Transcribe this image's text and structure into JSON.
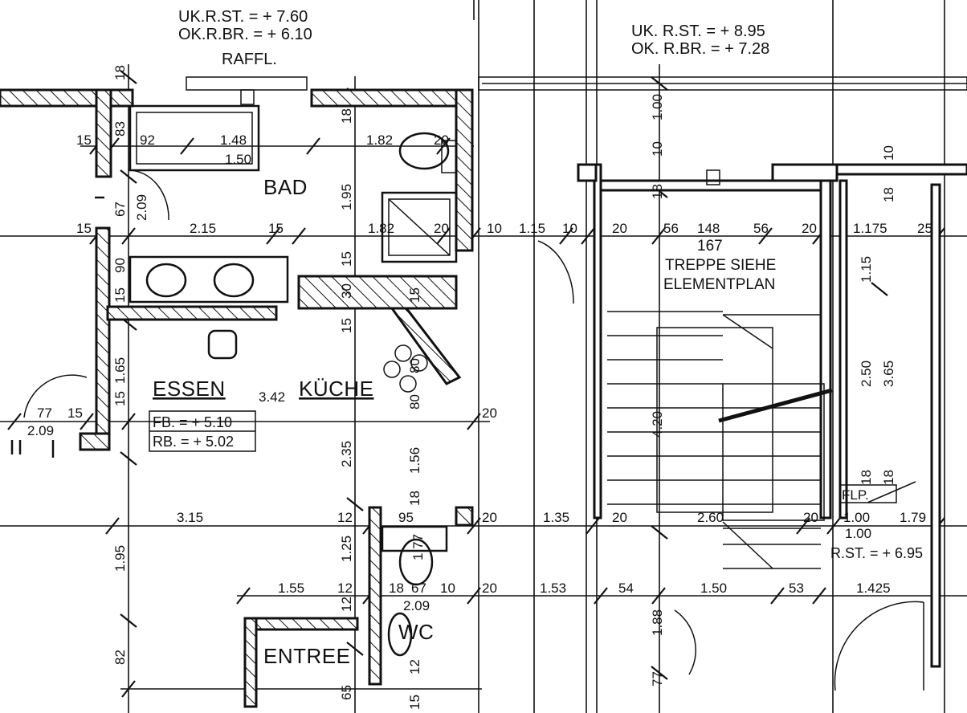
{
  "header": {
    "left_line1": "UK.R.ST. = + 7.60",
    "left_line2": "OK.R.BR. = + 6.10",
    "left_line3": "RAFFL.",
    "right_line1": "UK. R.ST. = + 8.95",
    "right_line2": "OK. R.BR. = + 7.28"
  },
  "rooms": {
    "bad": "BAD",
    "essen": "ESSEN",
    "kueche": "KÜCHE",
    "entree": "ENTREE",
    "wc": "WC"
  },
  "stair_note": {
    "count": "167",
    "line1": "TREPPE SIEHE",
    "line2": "ELEMENTPLAN"
  },
  "levels": {
    "fb": "FB. = + 5.10",
    "rb": "RB. = + 5.02",
    "rst": "R.ST. = + 6.95",
    "flp": "FLP."
  },
  "dims_h": {
    "d15a": "15",
    "d92": "92",
    "d148a": "1.48",
    "d150a": "1.50",
    "d182a": "1.82",
    "d20a": "20",
    "d15b": "15",
    "d215": "2.15",
    "d15c": "15",
    "d182b": "1.82",
    "d20b": "20",
    "d10a": "10",
    "d115": "1.15",
    "d10b": "10",
    "d20c": "20",
    "d56a": "56",
    "d148b": "148",
    "d56b": "56",
    "d20d": "20",
    "d1175": "1.175",
    "d25": "25",
    "d77": "77",
    "d15d": "15",
    "d209a": "2.09",
    "d342": "3.42",
    "d20e": "20",
    "d315": "3.15",
    "d12a": "12",
    "d95": "95",
    "d20f": "20",
    "d135": "1.35",
    "d20g": "20",
    "d260": "2.60",
    "d20h": "20",
    "d100a": "1.00",
    "d179": "1.79",
    "d100b": "1.00",
    "d155": "1.55",
    "d12b": "12",
    "d18a": "18",
    "d67": "67",
    "d10c": "10",
    "d20i": "20",
    "d153": "1.53",
    "d54": "54",
    "d150b": "1.50",
    "d53": "53",
    "d1425": "1.425",
    "d209b": "2.09"
  },
  "dims_v": {
    "v18a": "18",
    "v83": "83",
    "v18b": "18",
    "v100": "1.00",
    "v10a": "10",
    "v18c": "18",
    "v10b": "10",
    "v18d": "18",
    "v209": "2.09",
    "v67": "67",
    "v195a": "1.95",
    "v90": "90",
    "v15a": "15",
    "v15b": "15",
    "v30": "30",
    "v15c": "15",
    "v15d": "15",
    "v115": "1.15",
    "v165": "1.65",
    "v15e": "15",
    "v80a": "80",
    "v80b": "80",
    "v250": "2.50",
    "v365": "3.65",
    "v420": "4.20",
    "v235": "2.35",
    "v156": "1.56",
    "v18e": "18",
    "v18f": "18",
    "v18g": "18",
    "v195b": "1.95",
    "v125": "1.25",
    "v177": "1.77",
    "v12a": "12",
    "v188": "1.88",
    "v77": "77",
    "v82": "82",
    "v12b": "12",
    "v65": "65",
    "v15f": "15"
  }
}
